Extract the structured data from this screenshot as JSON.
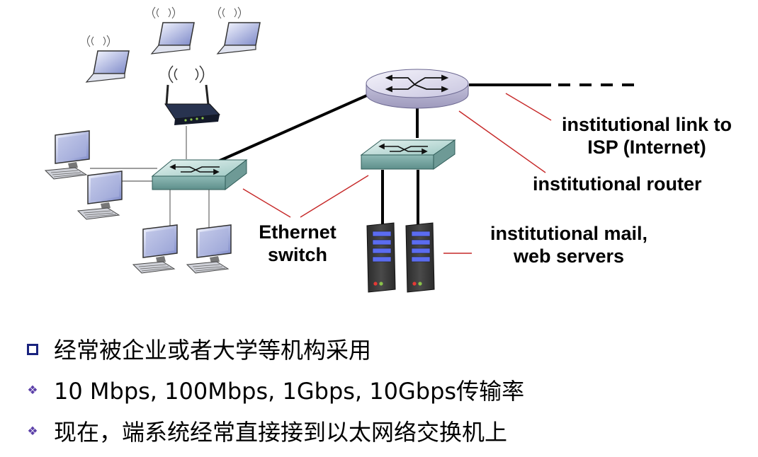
{
  "labels": {
    "internet_link": [
      "institutional link to",
      "ISP (Internet)"
    ],
    "router": "institutional router",
    "switch": [
      "Ethernet",
      "switch"
    ],
    "servers": [
      "institutional mail,",
      "web servers"
    ]
  },
  "bullets": [
    {
      "marker": "square",
      "text": "经常被企业或者大学等机构采用"
    },
    {
      "marker": "diamond",
      "text": "10 Mbps, 100Mbps, 1Gbps, 10Gbps传输率"
    },
    {
      "marker": "diamond",
      "text": "现在，端系统经常直接接到以太网络交换机上"
    }
  ],
  "colors": {
    "annotation_line": "#c62828",
    "bullet_square": "#1a237e",
    "bullet_diamond": "#5b3fa8"
  }
}
